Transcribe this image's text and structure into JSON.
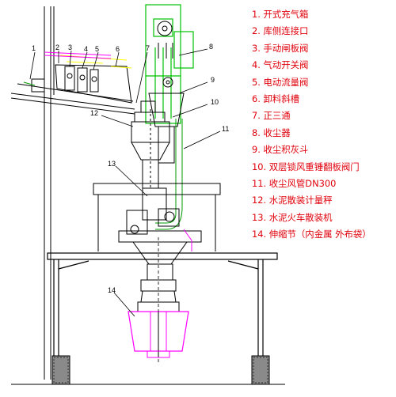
{
  "legend": {
    "items": [
      "1. 开式充气箱",
      "2. 库侧连接口",
      "3. 手动闸板阀",
      "4. 气动开关阀",
      "5. 电动流量阀",
      "6. 卸料斜槽",
      "7. 正三通",
      "8. 收尘器",
      "9. 收尘积灰斗",
      "10. 双层锁风重锤翻板阀门",
      "11. 收尘风管DN300",
      "12. 水泥散装计量秤",
      "13. 水泥火车散装机",
      "14. 伸缩节（内金属 外布袋）"
    ]
  },
  "callouts": [
    "1",
    "2",
    "3",
    "4",
    "5",
    "6",
    "7",
    "8",
    "9",
    "10",
    "11",
    "12",
    "13",
    "14"
  ],
  "colors": {
    "legend_text": "#e0000b",
    "structure": "#000000",
    "dust_collector": "#00c000",
    "telescopic": "#ff00ff",
    "duct": "#009900",
    "highlight": "#ffff00"
  }
}
